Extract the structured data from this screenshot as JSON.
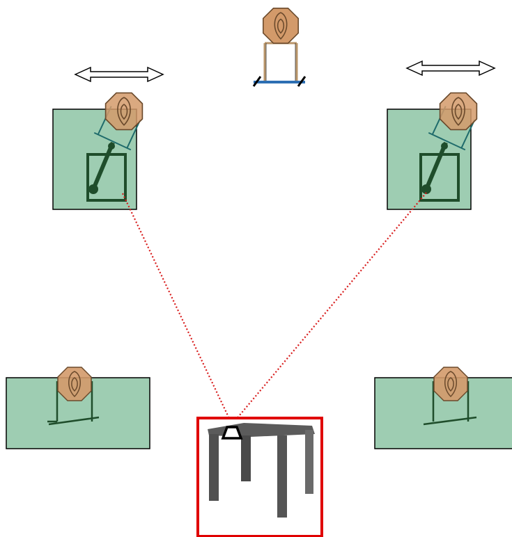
{
  "colors": {
    "background": "#ffffff",
    "box_fill": "#9ecdb2",
    "box_stroke": "#000000",
    "dark_green": "#1f4d2b",
    "target_fill": "#d39a6a",
    "target_stroke": "#6b4a2c",
    "target_ring": "#5a3b1f",
    "stand_wood": "#b9956a",
    "stand_base_blue": "#2d6fb3",
    "start_box_stroke": "#e00000",
    "sight_line": "#d81b1b",
    "table_gray": "#5b5b5b",
    "arrow_stroke": "#000000"
  },
  "diagram": {
    "description_items": [
      {
        "id": "static-target-top",
        "icon": "steel-target-on-stand-icon"
      },
      {
        "id": "swinger-left",
        "icon": "swinging-target-icon",
        "arrow": "double-arrow-icon"
      },
      {
        "id": "swinger-right",
        "icon": "swinging-target-icon",
        "arrow": "double-arrow-icon"
      },
      {
        "id": "target-box-lower-left",
        "icon": "steel-target-on-stand-icon"
      },
      {
        "id": "target-box-lower-right",
        "icon": "steel-target-on-stand-icon"
      },
      {
        "id": "start-position",
        "icon": "table-icon",
        "marker": "shooter-position-icon"
      }
    ]
  }
}
